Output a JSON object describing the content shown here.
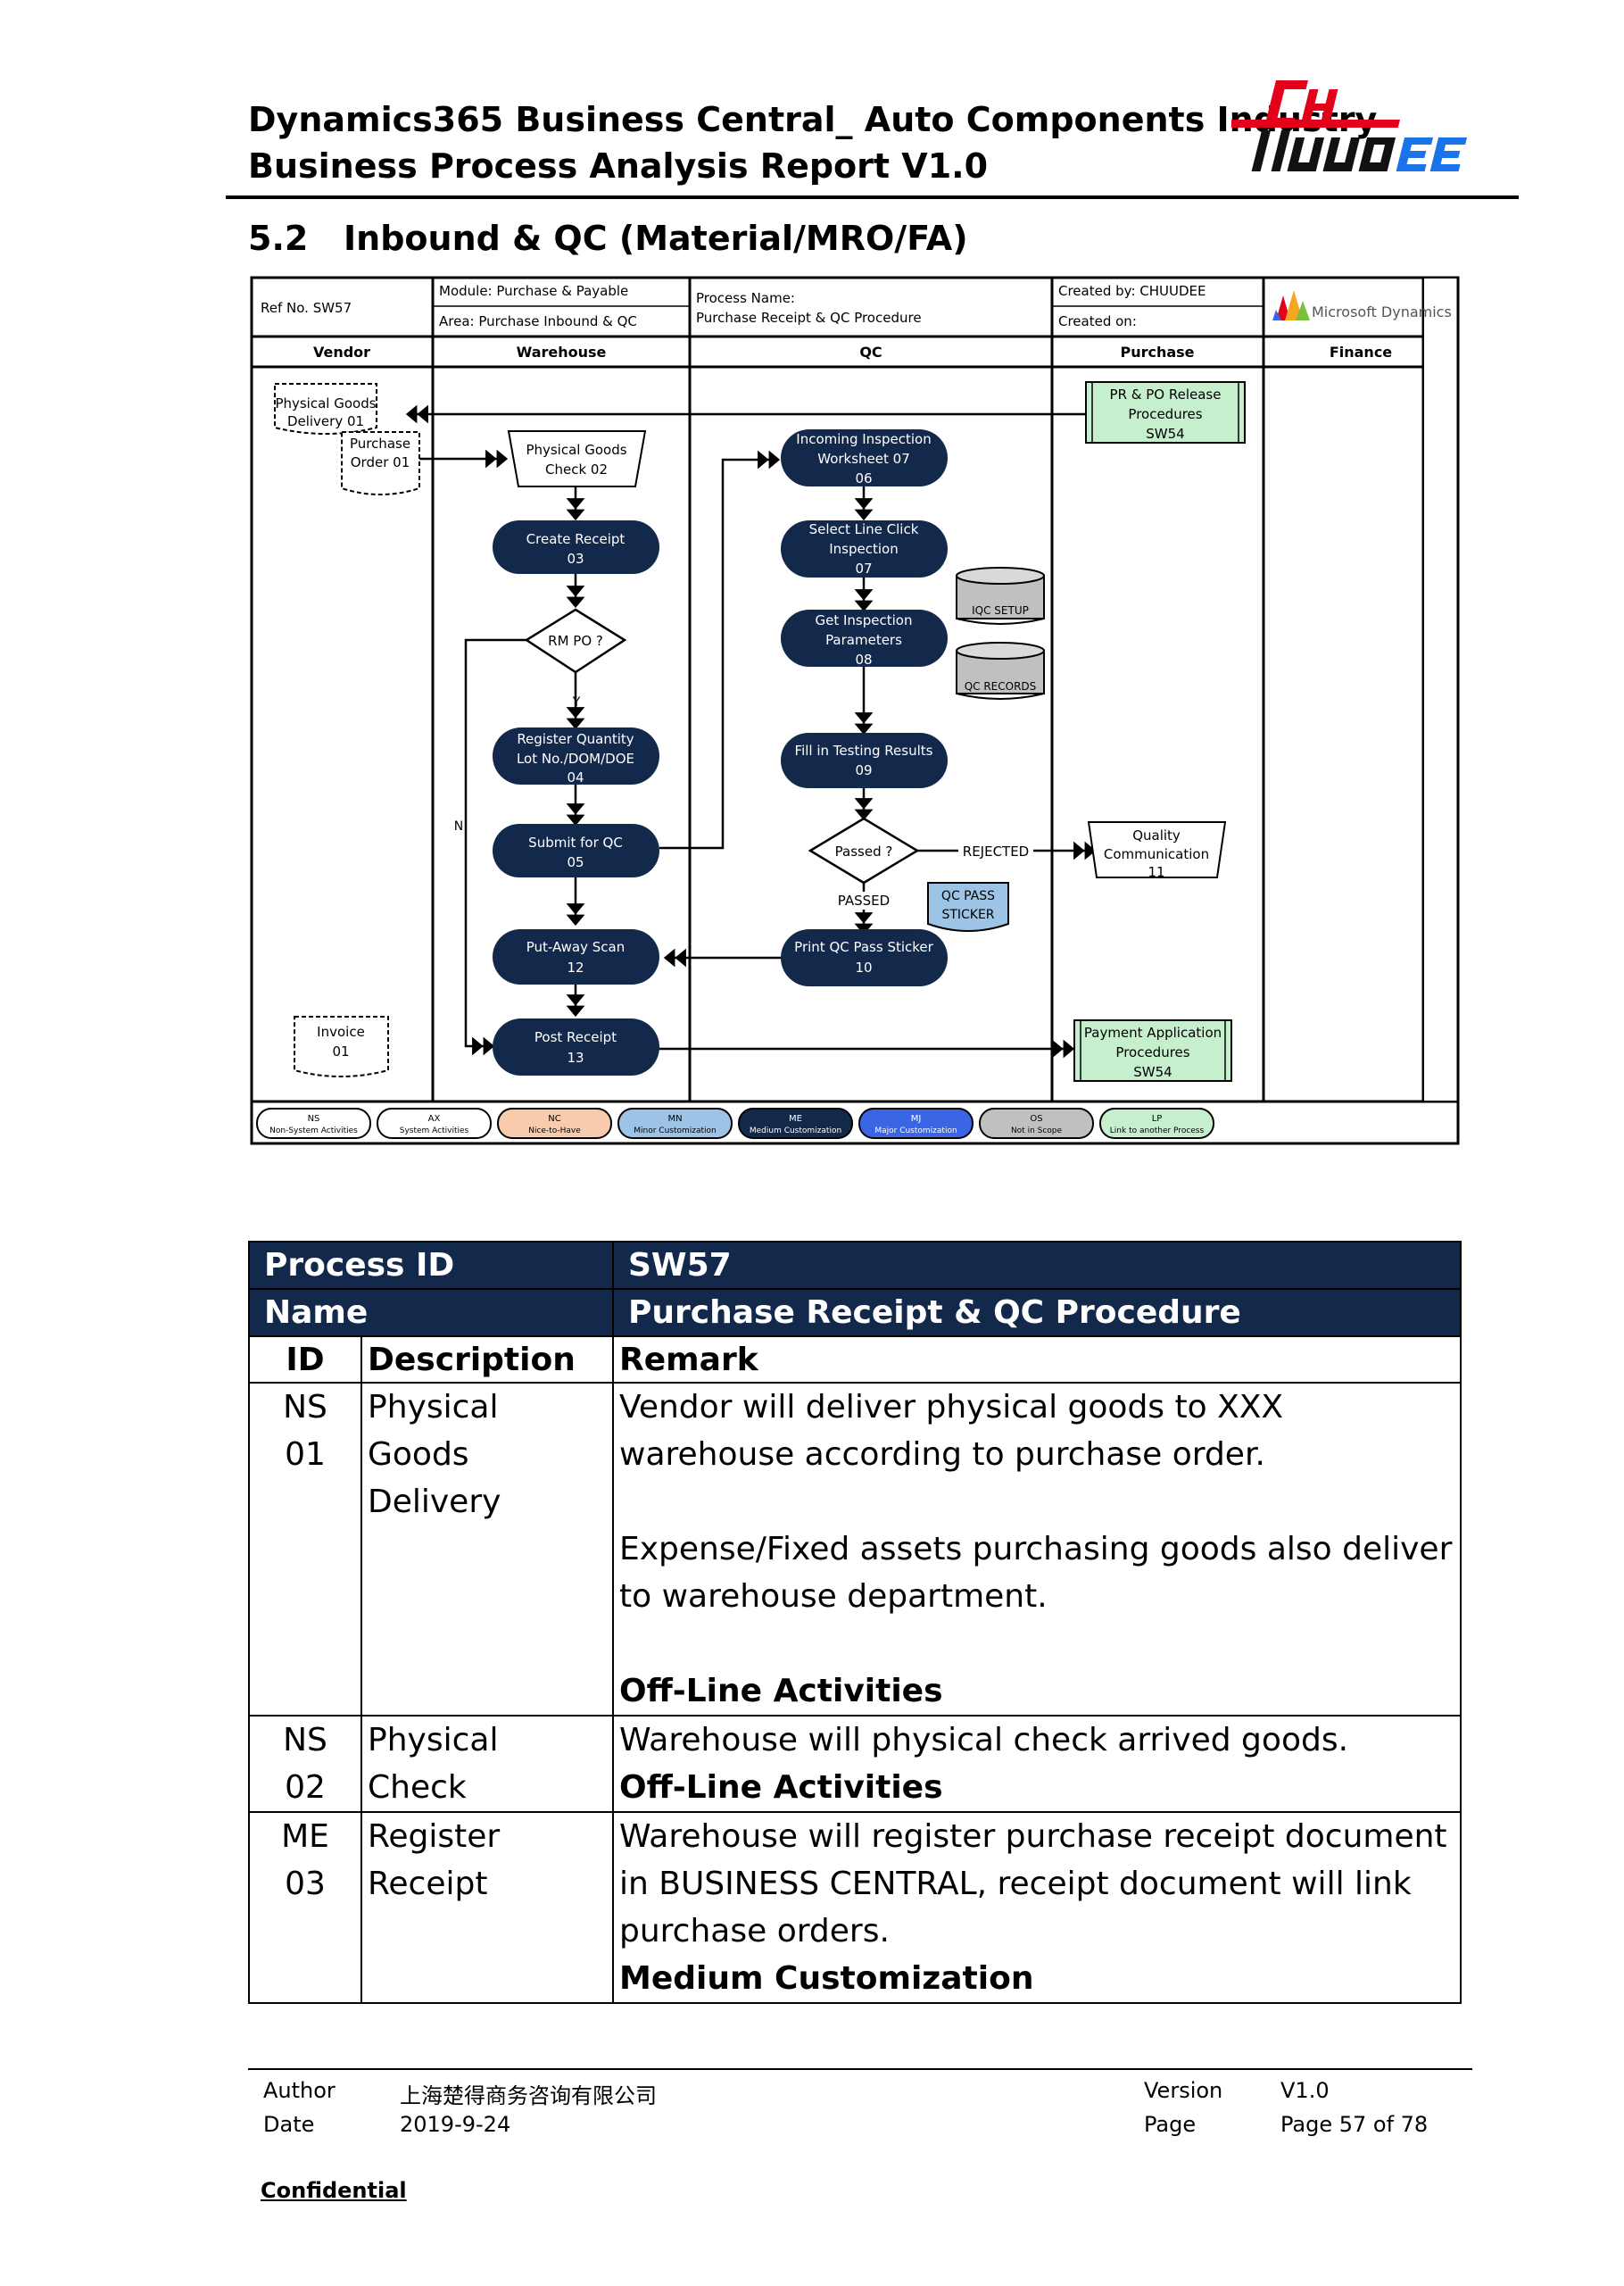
{
  "header": {
    "title_line1": "Dynamics365 Business Central_ Auto Components Industry",
    "title_line2": "Business Process Analysis Report V1.0",
    "logo_text": "CHUUDEE"
  },
  "section": {
    "number": "5.2",
    "title": "Inbound & QC (Material/MRO/FA)"
  },
  "diagram": {
    "info": {
      "ref_label": "Ref No.  SW57",
      "module": "Module: Purchase & Payable",
      "area": "Area: Purchase Inbound & QC",
      "process_name_label": "Process Name:",
      "process_name": "Purchase Receipt & QC Procedure",
      "created_by": "Created by: CHUUDEE",
      "created_on": "Created on:",
      "ms_logo_text": "Microsoft Dynamics"
    },
    "lanes": [
      "Vendor",
      "Warehouse",
      "QC",
      "Purchase",
      "Finance"
    ],
    "nodes": {
      "phys_delivery": [
        "Physical Goods",
        "Delivery 01"
      ],
      "purchase_order": [
        "Purchase",
        "Order 01"
      ],
      "pr_po": [
        "PR & PO Release",
        "Procedures",
        "SW54"
      ],
      "phys_check": [
        "Physical Goods",
        "Check 02"
      ],
      "incoming": [
        "Incoming Inspection",
        "Worksheet 07",
        "06"
      ],
      "create_receipt": [
        "Create Receipt",
        "03"
      ],
      "select_line": [
        "Select Line Click",
        "Inspection",
        "07"
      ],
      "iqc_setup": "IQC SETUP",
      "get_params": [
        "Get Inspection",
        "Parameters",
        "08"
      ],
      "qc_records": "QC RECORDS",
      "rm_po": "RM PO ?",
      "yes": "Y",
      "no": "N",
      "register_qty": [
        "Register Quantity",
        "Lot No./DOM/DOE",
        "04"
      ],
      "fill_results": [
        "Fill in Testing Results",
        "09"
      ],
      "submit_qc": [
        "Submit for QC",
        "05"
      ],
      "passed_q": "Passed ?",
      "rejected": "REJECTED",
      "quality_comm": [
        "Quality",
        "Communication",
        "11"
      ],
      "passed": "PASSED",
      "qc_pass_sticker": [
        "QC PASS",
        "STICKER"
      ],
      "putaway": [
        "Put-Away Scan",
        "12"
      ],
      "print_sticker": [
        "Print QC Pass Sticker",
        "10"
      ],
      "invoice": [
        "Invoice",
        "01"
      ],
      "post_receipt": [
        "Post Receipt",
        "13"
      ],
      "payment_app": [
        "Payment Application",
        "Procedures",
        "SW54"
      ]
    },
    "legend": [
      {
        "code": "NS",
        "label": "Non-System Activities",
        "fill": "#ffffff"
      },
      {
        "code": "AX",
        "label": "System Activities",
        "fill": "#ffffff"
      },
      {
        "code": "NC",
        "label": "Nice-to-Have",
        "fill": "#f8cbad"
      },
      {
        "code": "MN",
        "label": "Minor Customization",
        "fill": "#9dc3e6"
      },
      {
        "code": "ME",
        "label": "Medium Customization",
        "fill": "#13294b"
      },
      {
        "code": "MJ",
        "label": "Major Customization",
        "fill": "#3a66e6"
      },
      {
        "code": "OS",
        "label": "Not in Scope",
        "fill": "#c0c0c0"
      },
      {
        "code": "LP",
        "label": "Link to another Process",
        "fill": "#c6efce"
      }
    ]
  },
  "table": {
    "process_id_label": "Process ID",
    "process_id": "SW57",
    "name_label": "Name",
    "name": "Purchase Receipt & QC Procedure",
    "col_id": "ID",
    "col_desc": "Description",
    "col_remark": "Remark",
    "rows": [
      {
        "id1": "NS",
        "id2": "01",
        "desc1": "Physical Goods",
        "desc2": "Delivery",
        "remark_p1": "Vendor will deliver physical goods to XXX warehouse according to purchase order.",
        "remark_p2": "Expense/Fixed assets purchasing goods also deliver to warehouse department.",
        "remark_bold": "Off-Line Activities"
      },
      {
        "id1": "NS",
        "id2": "02",
        "desc1": "Physical Check",
        "desc2": "",
        "remark_p1": "Warehouse will physical check arrived goods.",
        "remark_bold": "Off-Line Activities"
      },
      {
        "id1": "ME",
        "id2": "03",
        "desc1": "Register",
        "desc2": "Receipt",
        "remark_p1": "Warehouse will register purchase receipt document in BUSINESS CENTRAL, receipt document will link purchase orders.",
        "remark_bold": "Medium Customization"
      }
    ]
  },
  "footer": {
    "author_label": "Author",
    "author": "上海楚得商务咨询有限公司",
    "date_label": "Date",
    "date": "2019-9-24",
    "version_label": "Version",
    "version": "V1.0",
    "page_label": "Page",
    "page": "Page 57 of 78",
    "confidential": "Confidential"
  },
  "colors": {
    "navy": "#13294b",
    "link_green": "#c6efce",
    "minor_blue": "#9dc3e6",
    "logo_red": "#e3001b",
    "logo_blue": "#1a73e8"
  }
}
